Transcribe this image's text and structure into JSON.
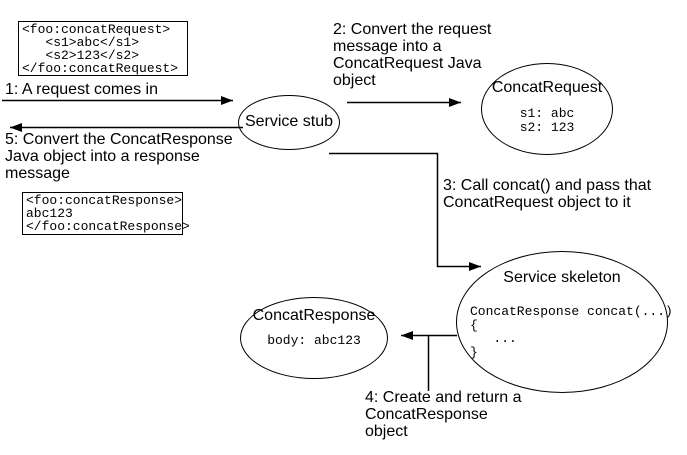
{
  "diagram": {
    "background_color": "#ffffff",
    "line_color": "#000000",
    "steps": {
      "step1": "1: A request comes in",
      "step2": "2: Convert the request\nmessage into a\nConcatRequest Java\nobject",
      "step3": "3: Call concat() and pass that\nConcatRequest object to it",
      "step4": "4: Create and return a\nConcatResponse\nobject",
      "step5": "5: Convert the ConcatResponse\nJava object into a response\nmessage"
    },
    "xml_request": "<foo:concatRequest>\n   <s1>abc</s1>\n   <s2>123</s2>\n</foo:concatRequest>",
    "xml_response": "<foo:concatResponse>\nabc123\n</foo:concatResponse>",
    "nodes": {
      "service_stub": {
        "title": "Service stub"
      },
      "concat_request": {
        "title": "ConcatRequest",
        "code": "s1: abc\ns2: 123"
      },
      "service_skeleton": {
        "title": "Service skeleton",
        "code": "ConcatResponse concat(...)\n{\n   ...\n}"
      },
      "concat_response": {
        "title": "ConcatResponse",
        "code": "body: abc123"
      }
    }
  }
}
